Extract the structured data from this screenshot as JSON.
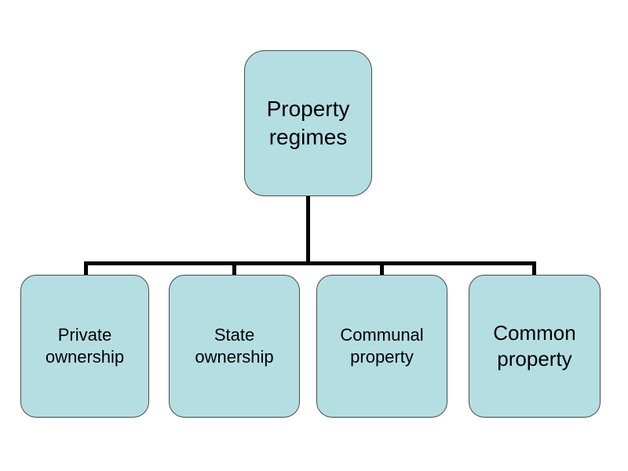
{
  "diagram": {
    "title": "Property regimes",
    "type": "hierarchy-tree",
    "orientation": "top-down",
    "levels": 2,
    "colors": {
      "node_fill": "#b5dee3",
      "node_border": "#4a4a4a",
      "connector": "#000000",
      "text": "#000000",
      "background": "#ffffff"
    },
    "root": {
      "label": "Property\nregimes",
      "label_plain": "Property regimes"
    },
    "children": [
      {
        "label": "Private\nownership",
        "label_plain": "Private ownership"
      },
      {
        "label": "State\nownership",
        "label_plain": "State ownership"
      },
      {
        "label": "Communal\nproperty",
        "label_plain": "Communal property"
      },
      {
        "label": "Common\nproperty",
        "label_plain": "Common property"
      }
    ]
  }
}
